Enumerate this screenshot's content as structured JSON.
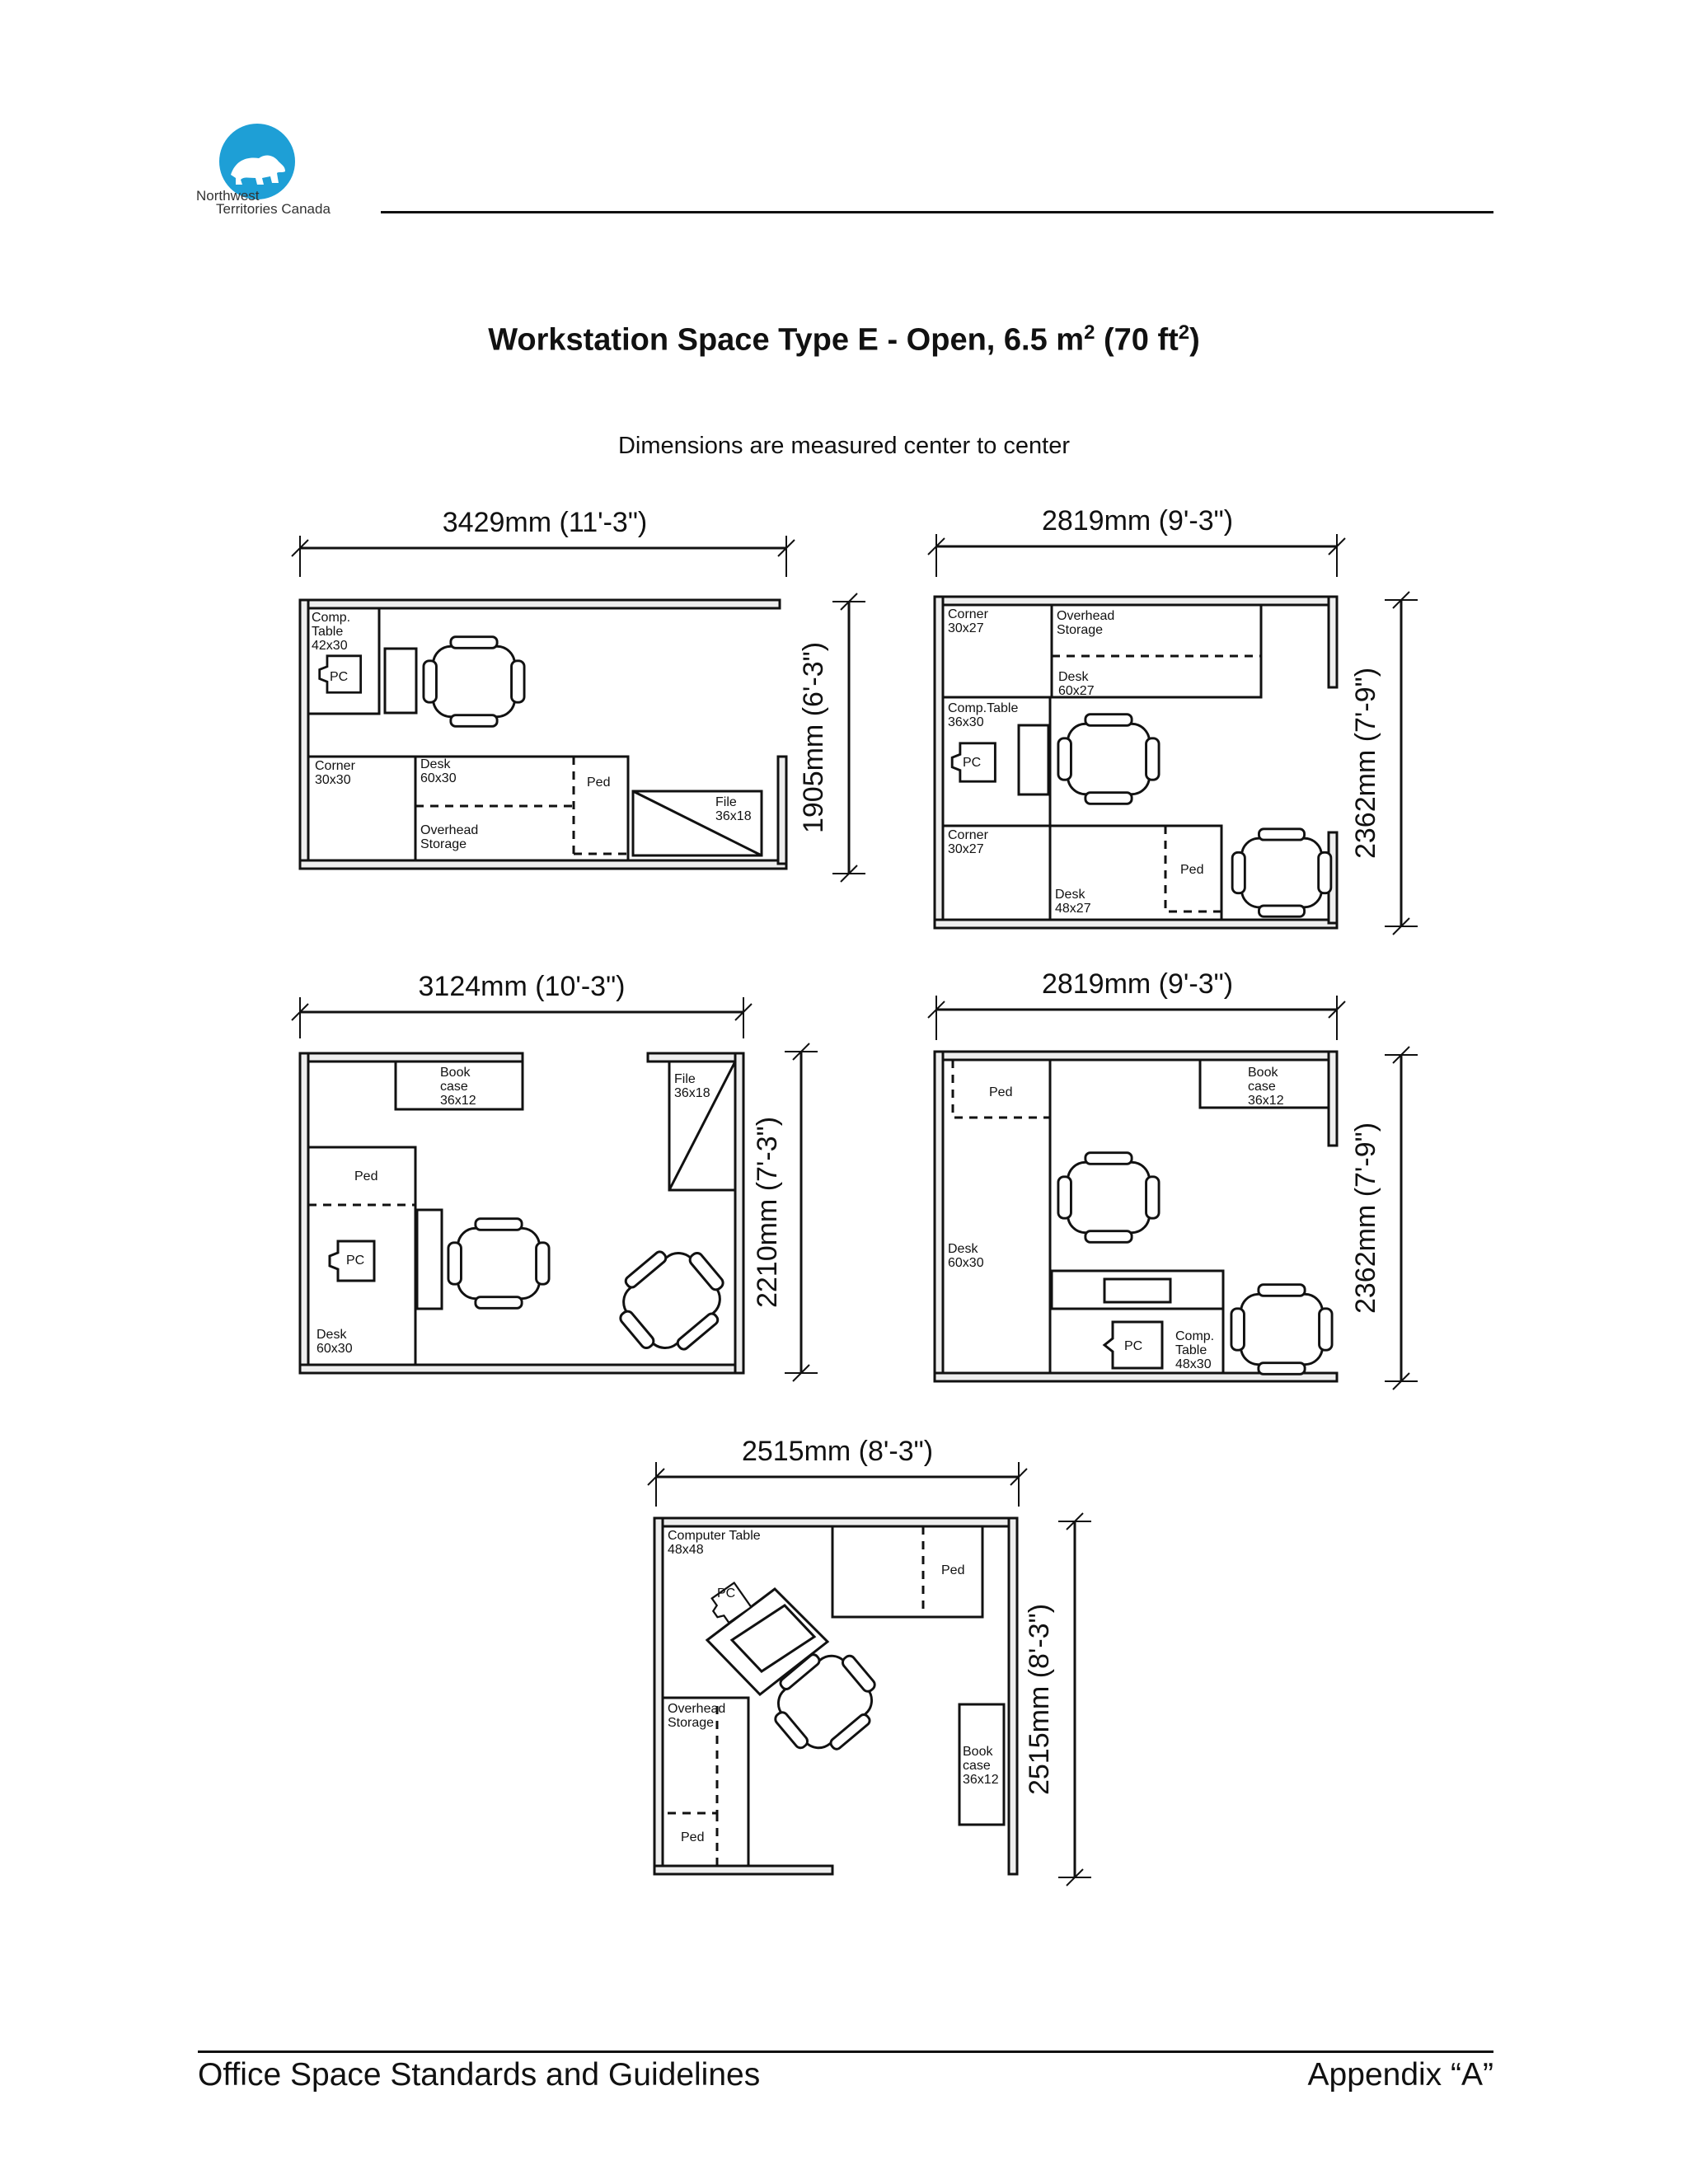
{
  "header": {
    "logo_line1": "Northwest",
    "logo_line2": "Territories Canada"
  },
  "title": {
    "main": "Workstation Space Type E - Open, 6.5 m",
    "sup1": "2",
    "middle": " (70 ft",
    "sup2": "2",
    "end": ")"
  },
  "subtitle": "Dimensions are measured center to center",
  "plans": [
    {
      "width_label": "3429mm (11'-3\")",
      "height_label": "1905mm (6'-3\")",
      "labels": {
        "comp_table": [
          "Comp.",
          "Table",
          "42x30"
        ],
        "pc": "PC",
        "corner": [
          "Corner",
          "30x30"
        ],
        "desk": [
          "Desk",
          "60x30"
        ],
        "ped": "Ped",
        "overhead": [
          "Overhead",
          "Storage"
        ],
        "file": [
          "File",
          "36x18"
        ]
      }
    },
    {
      "width_label": "2819mm (9'-3\")",
      "height_label": "2362mm (7'-9\")",
      "labels": {
        "corner1": [
          "Corner",
          "30x27"
        ],
        "overhead": [
          "Overhead",
          "Storage"
        ],
        "desk1": [
          "Desk",
          "60x27"
        ],
        "comp_table": [
          "Comp.Table",
          "36x30"
        ],
        "pc": "PC",
        "corner2": [
          "Corner",
          "30x27"
        ],
        "ped": "Ped",
        "desk2": [
          "Desk",
          "48x27"
        ]
      }
    },
    {
      "width_label": "3124mm (10'-3\")",
      "height_label": "2210mm (7'-3\")",
      "labels": {
        "bookcase": [
          "Book",
          "case",
          "36x12"
        ],
        "file": [
          "File",
          "36x18"
        ],
        "ped": "Ped",
        "pc": "PC",
        "desk": [
          "Desk",
          "60x30"
        ]
      }
    },
    {
      "width_label": "2819mm (9'-3\")",
      "height_label": "2362mm (7'-9\")",
      "labels": {
        "ped": "Ped",
        "bookcase": [
          "Book",
          "case",
          "36x12"
        ],
        "desk": [
          "Desk",
          "60x30"
        ],
        "pc": "PC",
        "comp_table": [
          "Comp.",
          "Table",
          "48x30"
        ]
      }
    },
    {
      "width_label": "2515mm (8'-3\")",
      "height_label": "2515mm (8'-3\")",
      "labels": {
        "comp_table": [
          "Computer Table",
          "48x48"
        ],
        "pc": "PC",
        "ped1": "Ped",
        "overhead": [
          "Overhead",
          "Storage"
        ],
        "ped2": "Ped",
        "bookcase": [
          "Book",
          "case",
          "36x12"
        ]
      }
    }
  ],
  "footer": {
    "left": "Office Space Standards and Guidelines",
    "right": "Appendix “A”"
  },
  "colors": {
    "logo_blue": "#1e9fd6",
    "ink": "#111111"
  }
}
